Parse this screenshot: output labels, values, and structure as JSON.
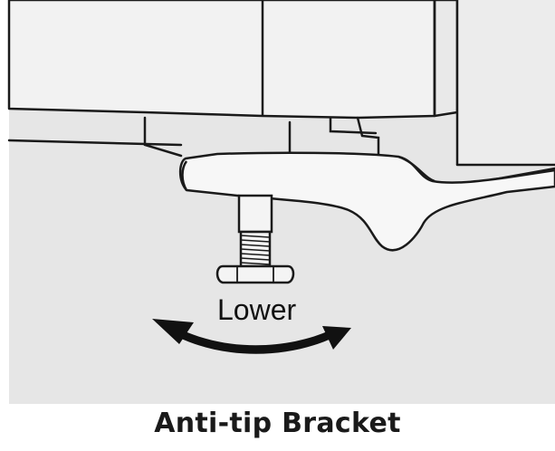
{
  "figure": {
    "direction_label": "Lower",
    "caption": "Anti-tip Bracket"
  },
  "colors": {
    "background": "#e6e6e6",
    "appliance_fill": "#f1f1f1",
    "line": "#1a1a1a",
    "arrow": "#111111"
  },
  "icons": {
    "arrow": "curved-double-headed-arrow"
  }
}
